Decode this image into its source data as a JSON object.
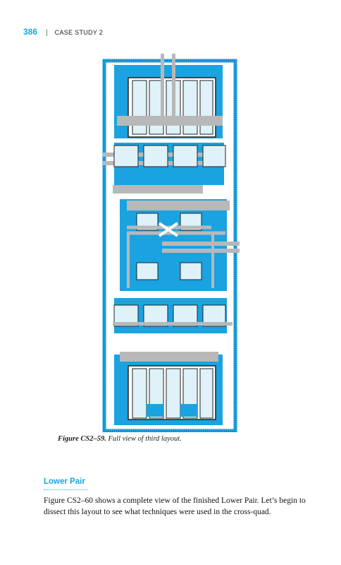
{
  "header": {
    "page_number": "386",
    "separator": "|",
    "running_head": "CASE STUDY 2"
  },
  "figure": {
    "caption_label": "Figure CS2–59.",
    "caption_text": "Full view of third layout."
  },
  "section": {
    "heading": "Lower Pair",
    "body": "Figure CS2–60 shows a complete view of the finished Lower Pair. Let’s begin to dissect this layout to see what techniques were used in the cross-quad."
  },
  "colors": {
    "accent_blue": "#1aa3e0",
    "metal_gray": "#b8b8b8",
    "diffusion_light": "#dff2f9",
    "outline_dark": "#222222"
  }
}
